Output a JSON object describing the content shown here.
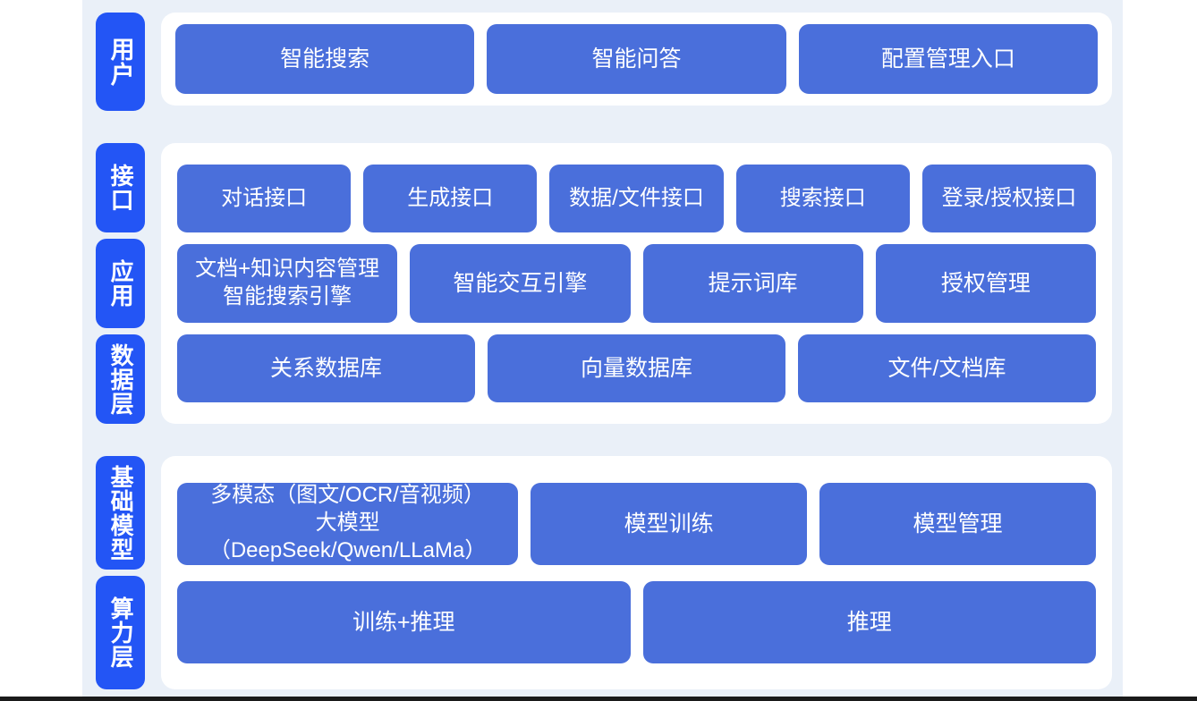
{
  "colors": {
    "page_background": "#eaf0f8",
    "panel_background": "#ffffff",
    "label_blue": "#2355f5",
    "card_blue": "#4a6fdb",
    "card_text": "#ffffff",
    "bottom_rule": "#1a1a1a"
  },
  "bands": [
    {
      "id": "user",
      "labels": [
        "用户"
      ],
      "rows": [
        {
          "id": "user-entries",
          "cards": [
            "智能搜索",
            "智能问答",
            "配置管理入口"
          ]
        }
      ]
    },
    {
      "id": "middle",
      "labels": [
        "接口",
        "应用",
        "数据层"
      ],
      "rows": [
        {
          "id": "interface",
          "cards": [
            "对话接口",
            "生成接口",
            "数据/文件接口",
            "搜索接口",
            "登录/授权接口"
          ]
        },
        {
          "id": "application",
          "cards": [
            "文档+知识内容管理\n智能搜索引擎",
            "智能交互引擎",
            "提示词库",
            "授权管理"
          ]
        },
        {
          "id": "data",
          "cards": [
            "关系数据库",
            "向量数据库",
            "文件/文档库"
          ]
        }
      ]
    },
    {
      "id": "bottom",
      "labels": [
        "基础模型",
        "算力层"
      ],
      "rows": [
        {
          "id": "base-model",
          "cards": [
            "多模态（图文/OCR/音视频）\n大模型（DeepSeek/Qwen/LLaMa）",
            "模型训练",
            "模型管理"
          ]
        },
        {
          "id": "compute",
          "cards": [
            "训练+推理",
            "推理"
          ]
        }
      ]
    }
  ],
  "labels": {
    "user": "用户",
    "interface": "接口",
    "application": "应用",
    "data": "数据层",
    "base_model": "基础模型",
    "compute": "算力层"
  },
  "cards": {
    "user": {
      "search": "智能搜索",
      "qa": "智能问答",
      "config": "配置管理入口"
    },
    "interface": {
      "dialog": "对话接口",
      "generate": "生成接口",
      "data_file": "数据/文件接口",
      "search": "搜索接口",
      "login_auth": "登录/授权接口"
    },
    "application": {
      "doc_knowledge": "文档+知识内容管理\n智能搜索引擎",
      "interaction_engine": "智能交互引擎",
      "prompt_library": "提示词库",
      "auth_management": "授权管理"
    },
    "data": {
      "relational_db": "关系数据库",
      "vector_db": "向量数据库",
      "file_doc_db": "文件/文档库"
    },
    "base_model": {
      "multimodal": "多模态（图文/OCR/音视频）\n大模型（DeepSeek/Qwen/LLaMa）",
      "model_training": "模型训练",
      "model_management": "模型管理"
    },
    "compute": {
      "train_infer": "训练+推理",
      "infer": "推理"
    }
  }
}
